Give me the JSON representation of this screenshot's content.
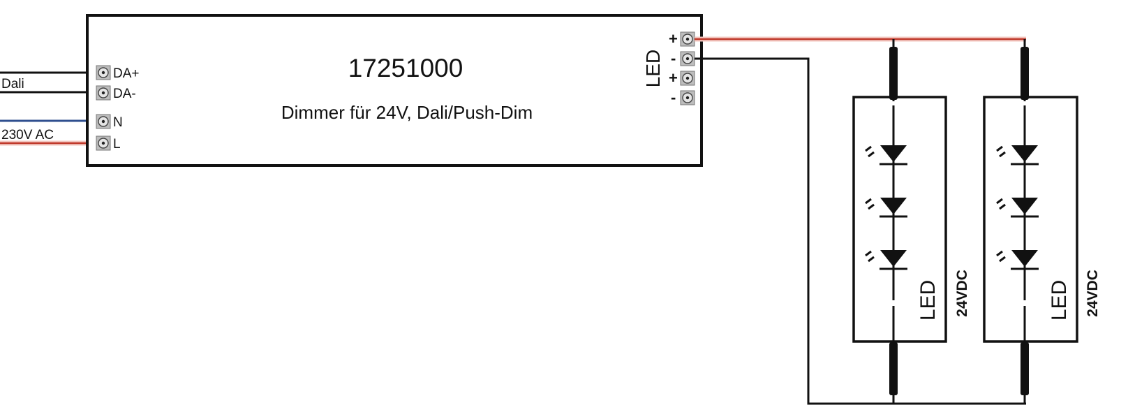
{
  "device": {
    "part_number": "17251000",
    "description": "Dimmer für 24V, Dali/Push-Dim"
  },
  "inputs": {
    "terminals": [
      {
        "label": "DA+"
      },
      {
        "label": "DA-"
      },
      {
        "label": "N"
      },
      {
        "label": "L"
      }
    ],
    "dali_wire_label": "Dali",
    "mains_wire_label": "230V AC"
  },
  "outputs": {
    "group_label": "LED",
    "terminals": [
      {
        "label": "+"
      },
      {
        "label": "-"
      },
      {
        "label": "+"
      },
      {
        "label": "-"
      }
    ]
  },
  "led_strips": [
    {
      "label": "LED",
      "voltage": "24VDC",
      "diode_count": 3
    },
    {
      "label": "LED",
      "voltage": "24VDC",
      "diode_count": 3
    }
  ],
  "colors": {
    "wire_black": "#111111",
    "wire_red": "#c0392b",
    "wire_red_glow": "#f3c9c2",
    "wire_blue": "#2f4f8f",
    "terminal_fill": "#b8b8b8",
    "box_border": "#111111",
    "background": "#ffffff"
  }
}
